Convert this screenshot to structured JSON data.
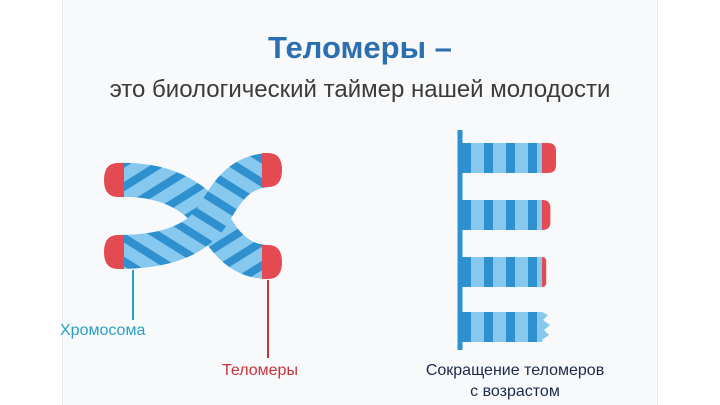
{
  "heading": {
    "title": "Теломеры –",
    "subtitle": "это биологический таймер нашей молодости"
  },
  "labels": {
    "chromosome": "Хромосома",
    "telomeres": "Теломеры",
    "shortening_line1": "Сокращение теломеров",
    "shortening_line2": "с возрастом"
  },
  "colors": {
    "chromatid_light": "#86c8ee",
    "chromatid_band": "#2f90cf",
    "telomere": "#e34a52",
    "chromosome_label": "#2a9fc4",
    "telomere_label": "#c8343b",
    "title": "#2b6fb0"
  },
  "telomere_stages": [
    1.0,
    0.6,
    0.3,
    0.0
  ]
}
